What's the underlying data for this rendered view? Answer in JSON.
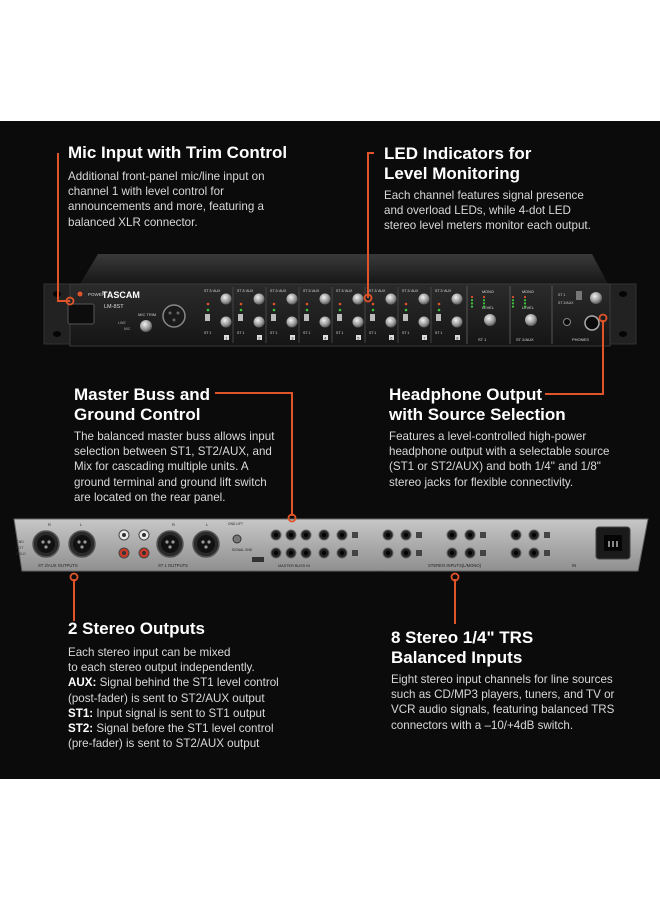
{
  "device": {
    "brand": "TASCAM",
    "model": "LM-8ST",
    "front": {
      "power_label": "POWER",
      "mic_trim_label": "MIC TRIM",
      "line_label": "LINE",
      "mic_label": "MIC",
      "st_aux_label": "ST 2/ AUX",
      "st1_label": "ST 1",
      "channel_numbers": [
        "1",
        "2",
        "3",
        "4",
        "5",
        "6",
        "7",
        "8"
      ],
      "mono_label": "MONO",
      "level_label": "LEVEL",
      "out_st1": "ST 1",
      "out_st2": "ST 2/AUX",
      "phones_label": "PHONES",
      "phones_sel_st1": "ST 1",
      "phones_sel_st2": "ST 2/AUX"
    },
    "rear": {
      "outputs_st2": "ST 2/AUX  OUTPUTS",
      "outputs_st1": "ST 1 OUTPUTS",
      "master_buss": "MASTER BUSS IN",
      "stereo_inputs": "STEREO INPUTS(L/MONO)",
      "signal_gnd": "SIGNAL GND",
      "gnd_lift": "GND LIFT",
      "in_label": "IN",
      "r_label": "R",
      "l_label": "L"
    }
  },
  "callouts": {
    "mic_input": {
      "title": "Mic Input with Trim Control",
      "lines": [
        "Additional front-panel mic/line input on",
        "channel 1 with level control for",
        "announcements and more, featuring a",
        "balanced XLR connector."
      ]
    },
    "led": {
      "title_lines": [
        "LED Indicators for",
        "Level Monitoring"
      ],
      "lines": [
        "Each channel features signal presence",
        "and overload LEDs, while 4-dot LED",
        "stereo level meters monitor each output."
      ]
    },
    "master": {
      "title_lines": [
        "Master Buss and",
        "Ground Control"
      ],
      "lines": [
        "The balanced master buss allows input",
        "selection between ST1, ST2/AUX, and",
        "Mix for cascading multiple units. A",
        "ground terminal and ground lift switch",
        "are located on the rear panel."
      ]
    },
    "headphone": {
      "title_lines": [
        "Headphone Output",
        "with Source Selection"
      ],
      "lines": [
        "Features a level-controlled high-power",
        "headphone output with a selectable source",
        "(ST1 or ST2/AUX) and both 1/4\" and 1/8\"",
        "stereo jacks for flexible connectivity."
      ]
    },
    "outputs": {
      "title": "2 Stereo Outputs",
      "lines": [
        "Each stereo input can be mixed",
        "to each stereo output independently."
      ],
      "items": [
        {
          "label": "AUX:",
          "text": " Signal behind the ST1 level control"
        },
        {
          "label": "",
          "text": "(post-fader) is sent to ST2/AUX output"
        },
        {
          "label": "ST1:",
          "text": " Input signal is sent to ST1 output"
        },
        {
          "label": "ST2:",
          "text": " Signal before the ST1 level control"
        },
        {
          "label": "",
          "text": "(pre-fader) is sent to ST2/AUX output"
        }
      ]
    },
    "inputs": {
      "title_lines": [
        "8 Stereo 1/4\" TRS",
        "Balanced Inputs"
      ],
      "lines": [
        "Eight stereo input channels for line sources",
        "such as CD/MP3 players, tuners, and TV or",
        "VCR audio signals, featuring balanced TRS",
        "connectors with a –10/+4dB switch."
      ]
    }
  },
  "colors": {
    "background": "#0b0b0b",
    "accent": "#e0542a",
    "title": "#ffffff",
    "body": "#d8d8d8"
  }
}
